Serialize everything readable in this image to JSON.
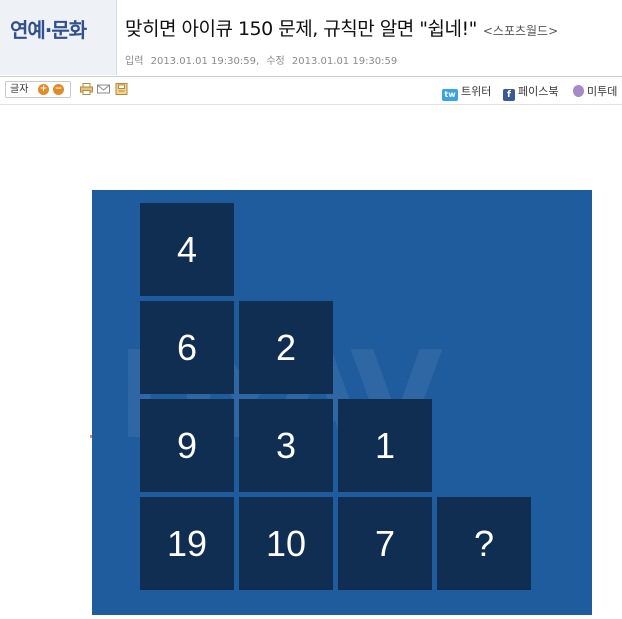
{
  "header": {
    "section": "연예·문화",
    "headline": "맞히면 아이큐 150 문제, 규칙만 알면 \"쉽네!\"",
    "source": "<스포츠월드>",
    "input_label": "입력",
    "input_time": "2013.01.01 19:30:59,",
    "modified_label": "수정",
    "modified_time": "2013.01.01 19:30:59"
  },
  "toolbar": {
    "font_size_label": "글자",
    "increase_symbol": "+",
    "decrease_symbol": "−",
    "icons": [
      "print-icon",
      "mail-icon",
      "save-icon"
    ],
    "share": {
      "twitter_label": "트위터",
      "twitter_icon_text": "tw",
      "facebook_label": "페이스북",
      "facebook_icon_text": "f",
      "me2day_label": "미투데"
    }
  },
  "puzzle": {
    "watermark": "DYAV",
    "rows": [
      [
        "4"
      ],
      [
        "6",
        "2"
      ],
      [
        "9",
        "3",
        "1"
      ],
      [
        "19",
        "10",
        "7",
        "?"
      ]
    ]
  },
  "colors": {
    "section_text": "#31508f",
    "puzzle_bg": "#1f5c9e",
    "cell_bg": "#102d52"
  }
}
